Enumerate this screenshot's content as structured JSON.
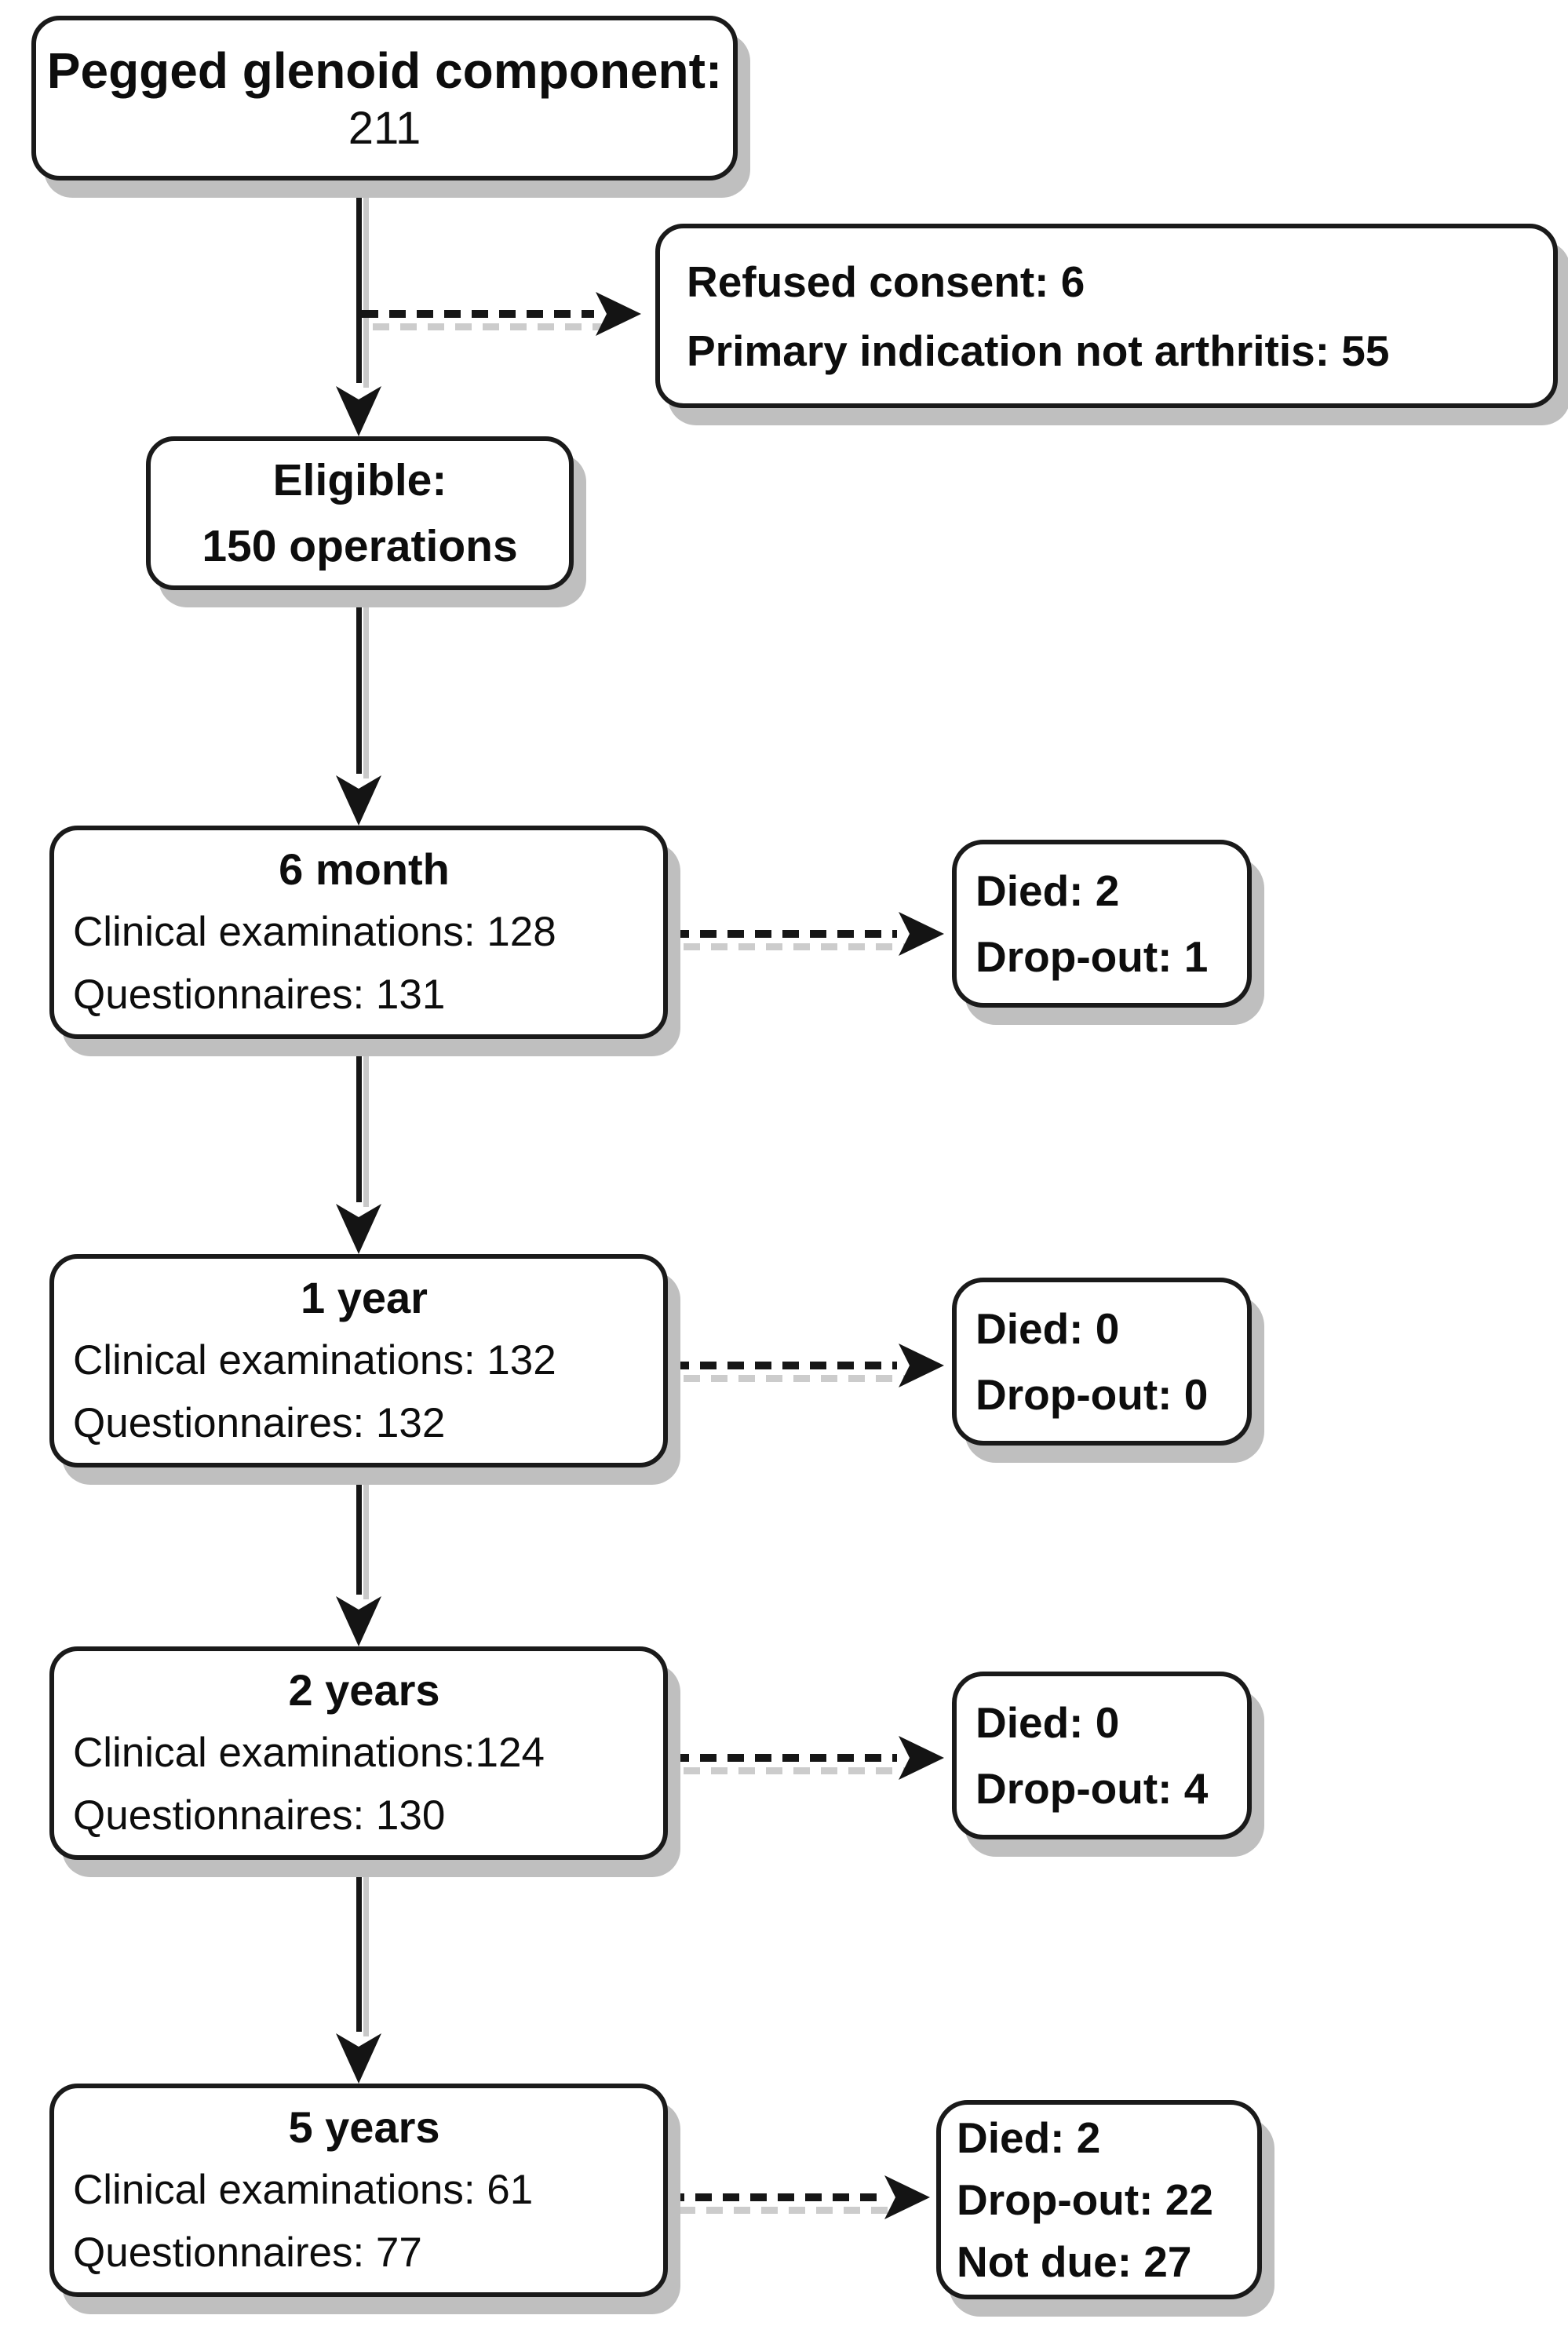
{
  "diagram": {
    "title": "Pegged glenoid component study flowchart",
    "colors": {
      "border": "#1a1a1a",
      "text": "#0d0d0d",
      "box_fill": "#ffffff",
      "shadow": "#bfbfbf",
      "background": "#ffffff"
    },
    "nodes": {
      "pegged": {
        "line1": "Pegged glenoid component:",
        "line2": "211"
      },
      "refused": {
        "line1": "Refused consent: 6",
        "line2": "Primary indication not arthritis: 55"
      },
      "eligible": {
        "line1": "Eligible:",
        "line2": "150 operations"
      },
      "m6": {
        "title": "6 month",
        "clinical": "Clinical examinations: 128",
        "questionnaires": "Questionnaires: 131"
      },
      "died_m6": {
        "line1": "Died: 2",
        "line2": "Drop-out: 1"
      },
      "y1": {
        "title": "1 year",
        "clinical": "Clinical examinations: 132",
        "questionnaires": "Questionnaires: 132"
      },
      "died_y1": {
        "line1": "Died: 0",
        "line2": "Drop-out: 0"
      },
      "y2": {
        "title": "2 years",
        "clinical": "Clinical examinations:124",
        "questionnaires": "Questionnaires: 130"
      },
      "died_y2": {
        "line1": "Died: 0",
        "line2": "Drop-out: 4"
      },
      "y5": {
        "title": "5 years",
        "clinical": "Clinical examinations: 61",
        "questionnaires": "Questionnaires: 77"
      },
      "died_y5": {
        "line1": "Died: 2",
        "line2": "Drop-out: 22",
        "line3": "Not due: 27"
      }
    }
  }
}
